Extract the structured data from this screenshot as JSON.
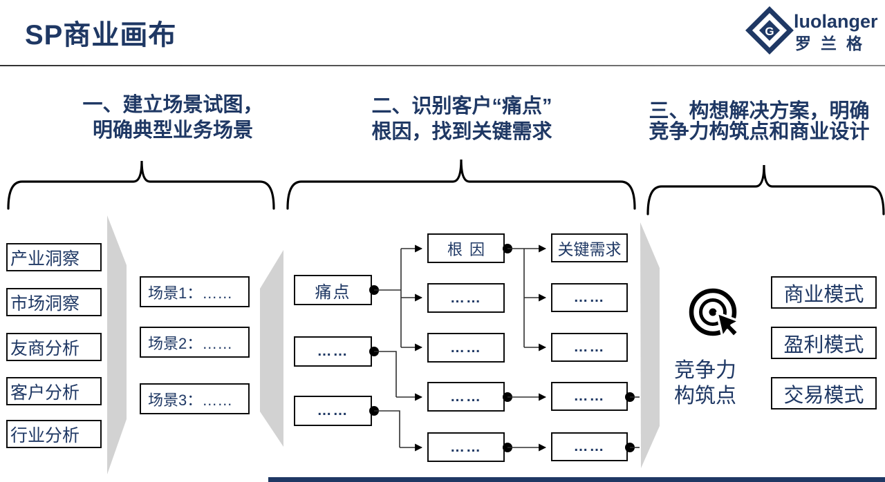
{
  "slide": {
    "title": "SP商业画布"
  },
  "logo": {
    "brand": "luolanger",
    "brand_cn": "罗兰格",
    "monogram": "G"
  },
  "sections": {
    "s1": {
      "line1": "一、建立场景试图，",
      "line2": "明确典型业务场景"
    },
    "s2": {
      "line1": "二、识别客户“痛点”",
      "line2": "根因，找到关键需求"
    },
    "s3": {
      "line1": "三、构想解决方案，明确",
      "line2": "竞争力构筑点和商业设计"
    }
  },
  "analysis_inputs": {
    "items": [
      "产业洞察",
      "市场洞察",
      "友商分析",
      "客户分析",
      "行业分析"
    ]
  },
  "scenarios": {
    "items": [
      "场景1：……",
      "场景2：……",
      "场景3：……"
    ]
  },
  "flow": {
    "pain": "痛点",
    "root_cause": "根因",
    "key_need": "关键需求",
    "ellipsis": "……"
  },
  "solution": {
    "competitive_line1": "竞争力",
    "competitive_line2": "构筑点",
    "modes": [
      "商业模式",
      "盈利模式",
      "交易模式"
    ]
  },
  "colors": {
    "navy": "#1F3864",
    "shape_gray": "#D2D2D2",
    "line_dark": "#2E2E2E",
    "border_black": "#0B0B0B"
  }
}
